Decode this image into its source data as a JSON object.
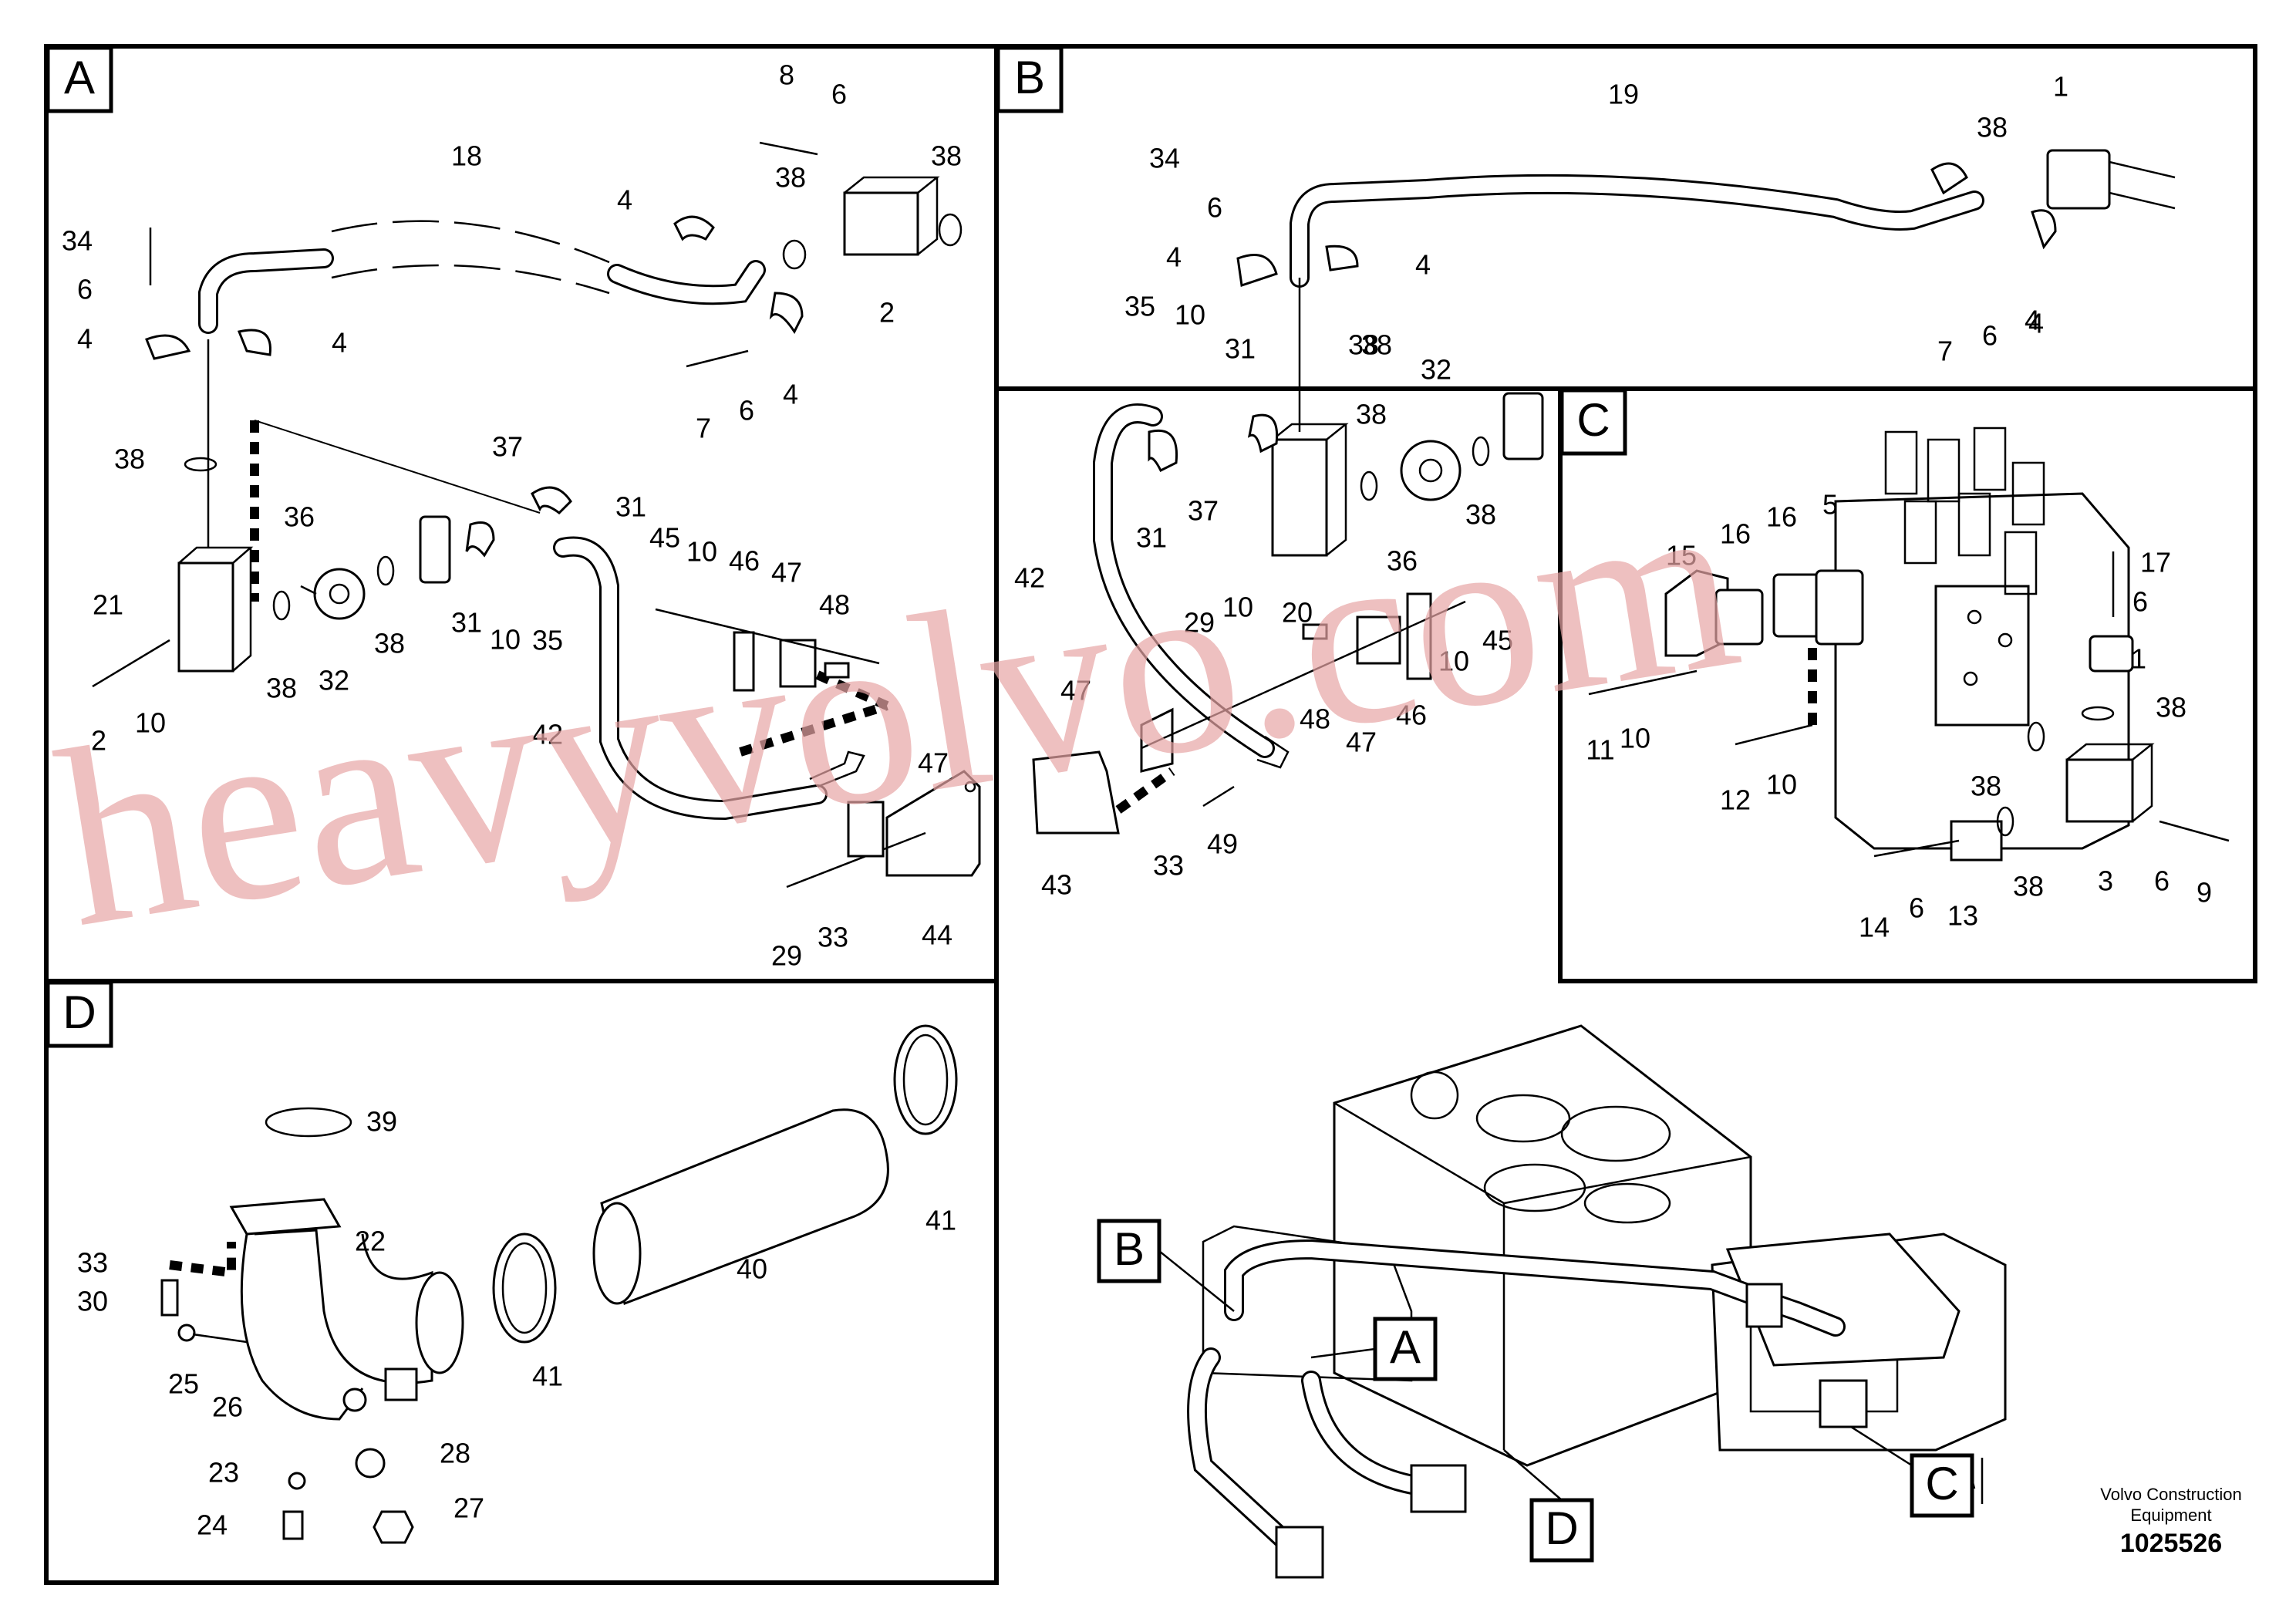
{
  "sections": {
    "A": "A",
    "B": "B",
    "C": "C",
    "D": "D"
  },
  "callouts": {
    "B": "B",
    "A": "A",
    "C": "C",
    "D": "D"
  },
  "partsA": [
    "8",
    "6",
    "38",
    "18",
    "34",
    "6",
    "4",
    "4",
    "38",
    "2",
    "4",
    "7",
    "6",
    "4",
    "38",
    "37",
    "31",
    "36",
    "45",
    "10",
    "46",
    "47",
    "48",
    "21",
    "32",
    "38",
    "31",
    "10",
    "35",
    "38",
    "2",
    "10",
    "42",
    "47",
    "33",
    "29",
    "44"
  ],
  "partsB": [
    "19",
    "1",
    "34",
    "38",
    "6",
    "4",
    "4",
    "38",
    "4",
    "35",
    "10",
    "31",
    "38",
    "32",
    "38",
    "7",
    "6",
    "4",
    "42",
    "31",
    "37",
    "29",
    "10",
    "20",
    "36",
    "38",
    "45",
    "10",
    "47",
    "48",
    "47",
    "46",
    "43",
    "33",
    "49"
  ],
  "partsC": [
    "15",
    "16",
    "16",
    "5",
    "17",
    "6",
    "1",
    "38",
    "11",
    "10",
    "12",
    "10",
    "38",
    "14",
    "6",
    "13",
    "38",
    "3",
    "6",
    "9"
  ],
  "partsD": [
    "39",
    "41",
    "22",
    "33",
    "30",
    "40",
    "41",
    "25",
    "26",
    "28",
    "23",
    "24",
    "27"
  ],
  "watermark": "heavyvolvo.com",
  "brand_line1": "Volvo Construction",
  "brand_line2": "Equipment",
  "drawing_code": "1025526"
}
